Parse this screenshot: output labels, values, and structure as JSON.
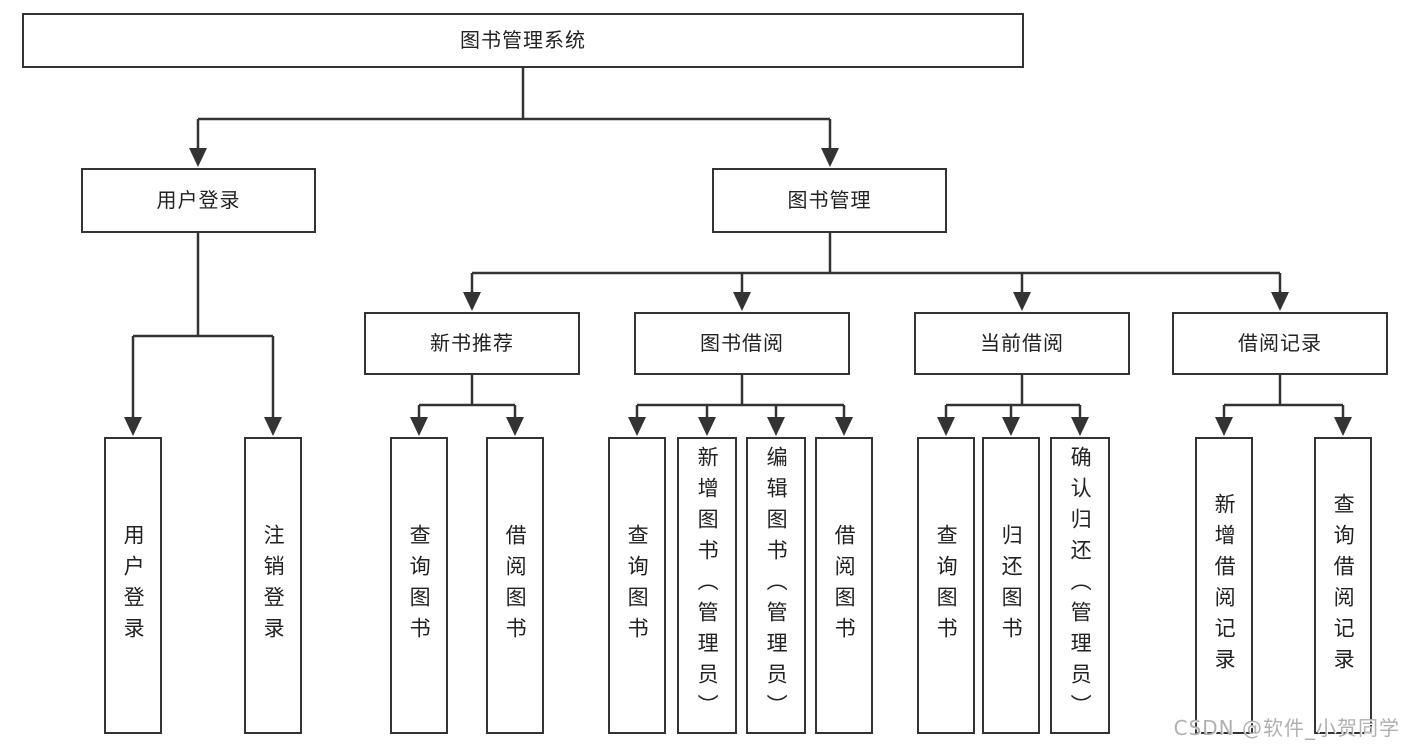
{
  "diagram": {
    "colors": {
      "background": "#ffffff",
      "box_border": "#333333",
      "connector_line": "#333333",
      "text": "#222222",
      "watermark": "#b0b0b0"
    },
    "root": {
      "label": "图书管理系统"
    },
    "branches": [
      {
        "label": "用户登录",
        "children": [
          {
            "label": "用户登录"
          },
          {
            "label": "注销登录"
          }
        ]
      },
      {
        "label": "图书管理",
        "children": [
          {
            "label": "新书推荐",
            "children": [
              {
                "label": "查询图书"
              },
              {
                "label": "借阅图书"
              }
            ]
          },
          {
            "label": "图书借阅",
            "children": [
              {
                "label": "查询图书"
              },
              {
                "label": "新增图书（管理员）"
              },
              {
                "label": "编辑图书（管理员）"
              },
              {
                "label": "借阅图书"
              }
            ]
          },
          {
            "label": "当前借阅",
            "children": [
              {
                "label": "查询图书"
              },
              {
                "label": "归还图书"
              },
              {
                "label": "确认归还（管理员）"
              }
            ]
          },
          {
            "label": "借阅记录",
            "children": [
              {
                "label": "新增借阅记录"
              },
              {
                "label": "查询借阅记录"
              }
            ]
          }
        ]
      }
    ]
  },
  "watermark": {
    "text": "CSDN @软件_小贺同学"
  }
}
